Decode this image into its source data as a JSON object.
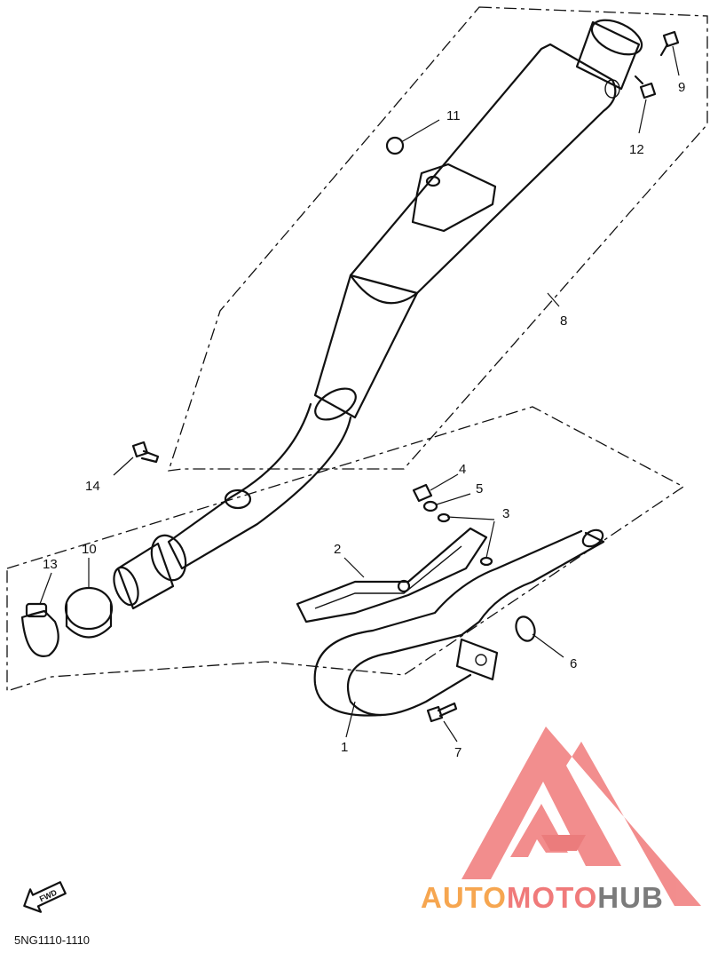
{
  "diagram_code": "5NG1110-1110",
  "fwd_label": "FWD",
  "brand": {
    "part1": "AUTO",
    "part2": "MOTO",
    "part3": "HUB"
  },
  "colors": {
    "logo_red": "#f07a7a",
    "logo_orange": "#f6a650",
    "logo_gray": "#7b7b7b"
  },
  "callouts": [
    {
      "id": "label-1",
      "text": "1"
    },
    {
      "id": "label-2",
      "text": "2"
    },
    {
      "id": "label-3",
      "text": "3"
    },
    {
      "id": "label-4",
      "text": "4"
    },
    {
      "id": "label-5",
      "text": "5"
    },
    {
      "id": "label-6",
      "text": "6"
    },
    {
      "id": "label-7",
      "text": "7"
    },
    {
      "id": "label-8",
      "text": "8"
    },
    {
      "id": "label-9",
      "text": "9"
    },
    {
      "id": "label-10",
      "text": "10"
    },
    {
      "id": "label-11",
      "text": "11"
    },
    {
      "id": "label-12",
      "text": "12"
    },
    {
      "id": "label-13",
      "text": "13"
    },
    {
      "id": "label-14",
      "text": "14"
    }
  ]
}
